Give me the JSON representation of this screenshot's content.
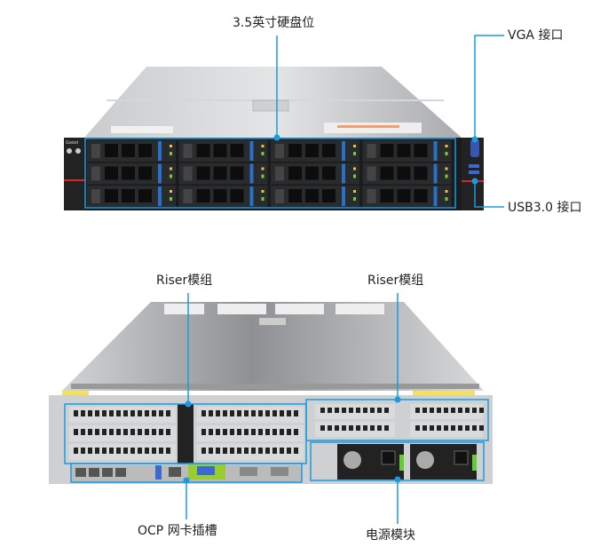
{
  "colors": {
    "callout": "#1a9be0",
    "accent_red": "#d8262b"
  },
  "front": {
    "brand": "Gooxi",
    "labels": {
      "drive_bays": "3.5英寸硬盘位",
      "vga": "VGA 接口",
      "usb": "USB3.0 接口"
    }
  },
  "rear": {
    "labels": {
      "riser_left": "Riser模组",
      "riser_right": "Riser模组",
      "ocp": "OCP 网卡插槽",
      "psu": "电源模块"
    }
  }
}
